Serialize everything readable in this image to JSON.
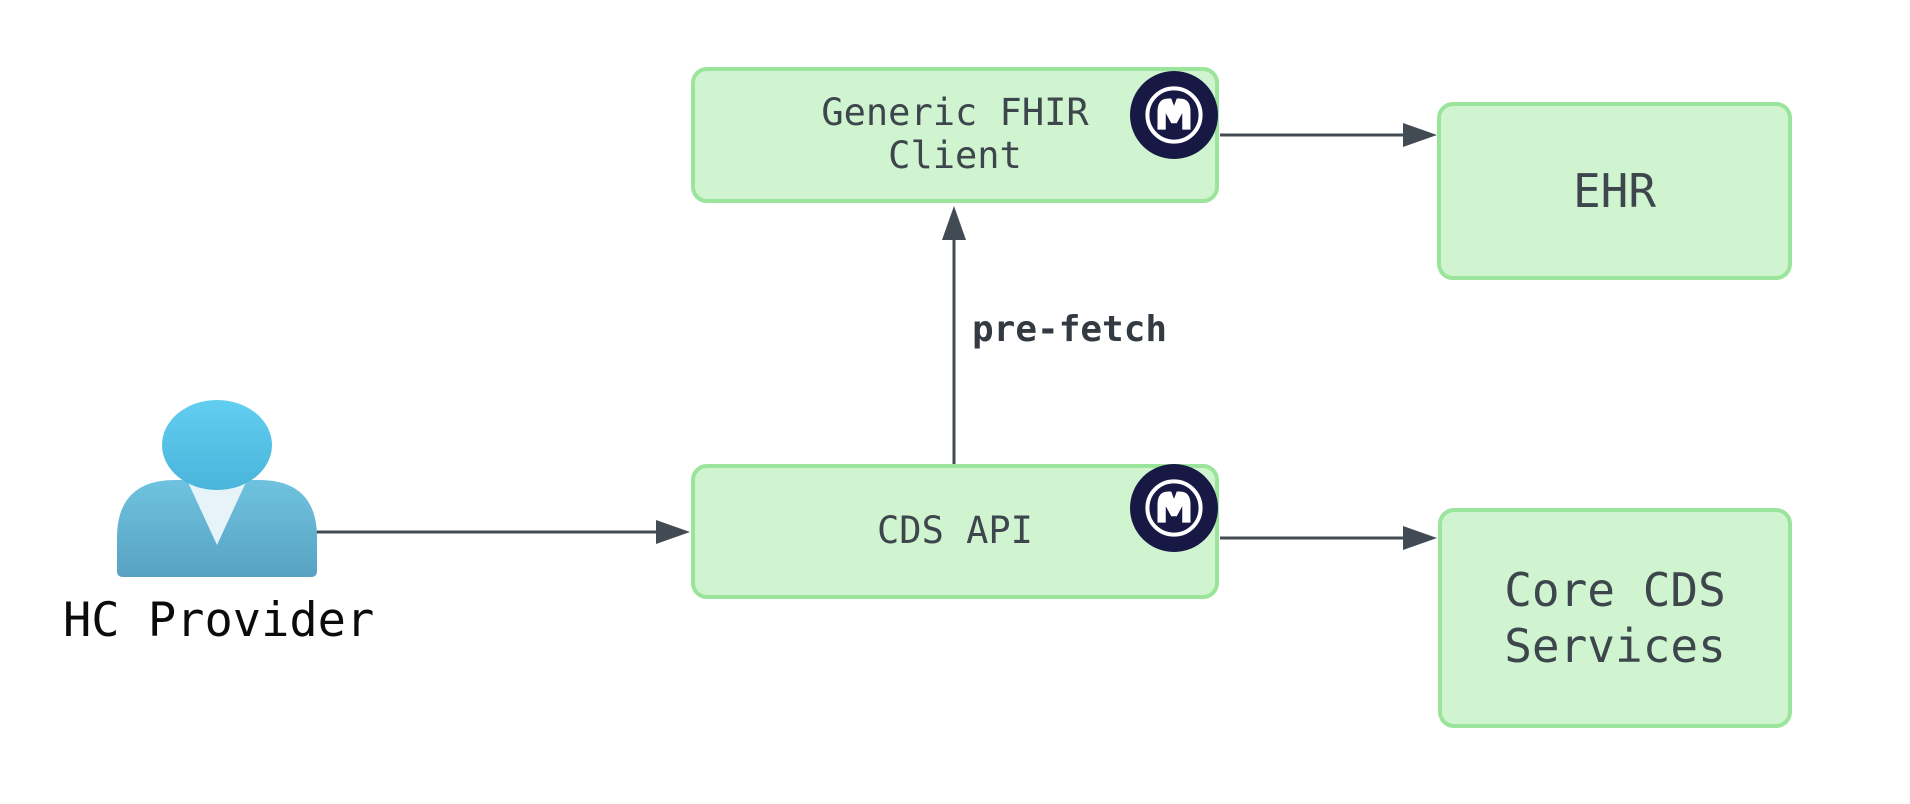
{
  "colors": {
    "background": "#ffffff",
    "box_fill": "#cff4cf",
    "box_border": "#9be49b",
    "node_text": "#3d454d",
    "connector": "#424b54",
    "edge_label_text": "#333a42",
    "actor_label_text": "#0b0b0b",
    "logo_bg": "#181845",
    "logo_fg": "#ffffff",
    "person_head_top": "#62cef1",
    "person_head_bottom": "#4ab4da",
    "person_body_top": "#6fc3df",
    "person_body_bottom": "#58a2c3",
    "person_collar": "#e6f3f8"
  },
  "nodes": {
    "fhir_client": {
      "label": "Generic FHIR\nClient"
    },
    "cds_api": {
      "label": "CDS API"
    },
    "ehr": {
      "label": "EHR"
    },
    "core_cds": {
      "label": "Core CDS\nServices"
    }
  },
  "actor": {
    "label": "HC Provider"
  },
  "edges": {
    "prefetch": {
      "label": "pre-fetch"
    }
  },
  "icons": {
    "mulesoft_logo": "mulesoft-logo-icon",
    "person": "person-icon"
  }
}
